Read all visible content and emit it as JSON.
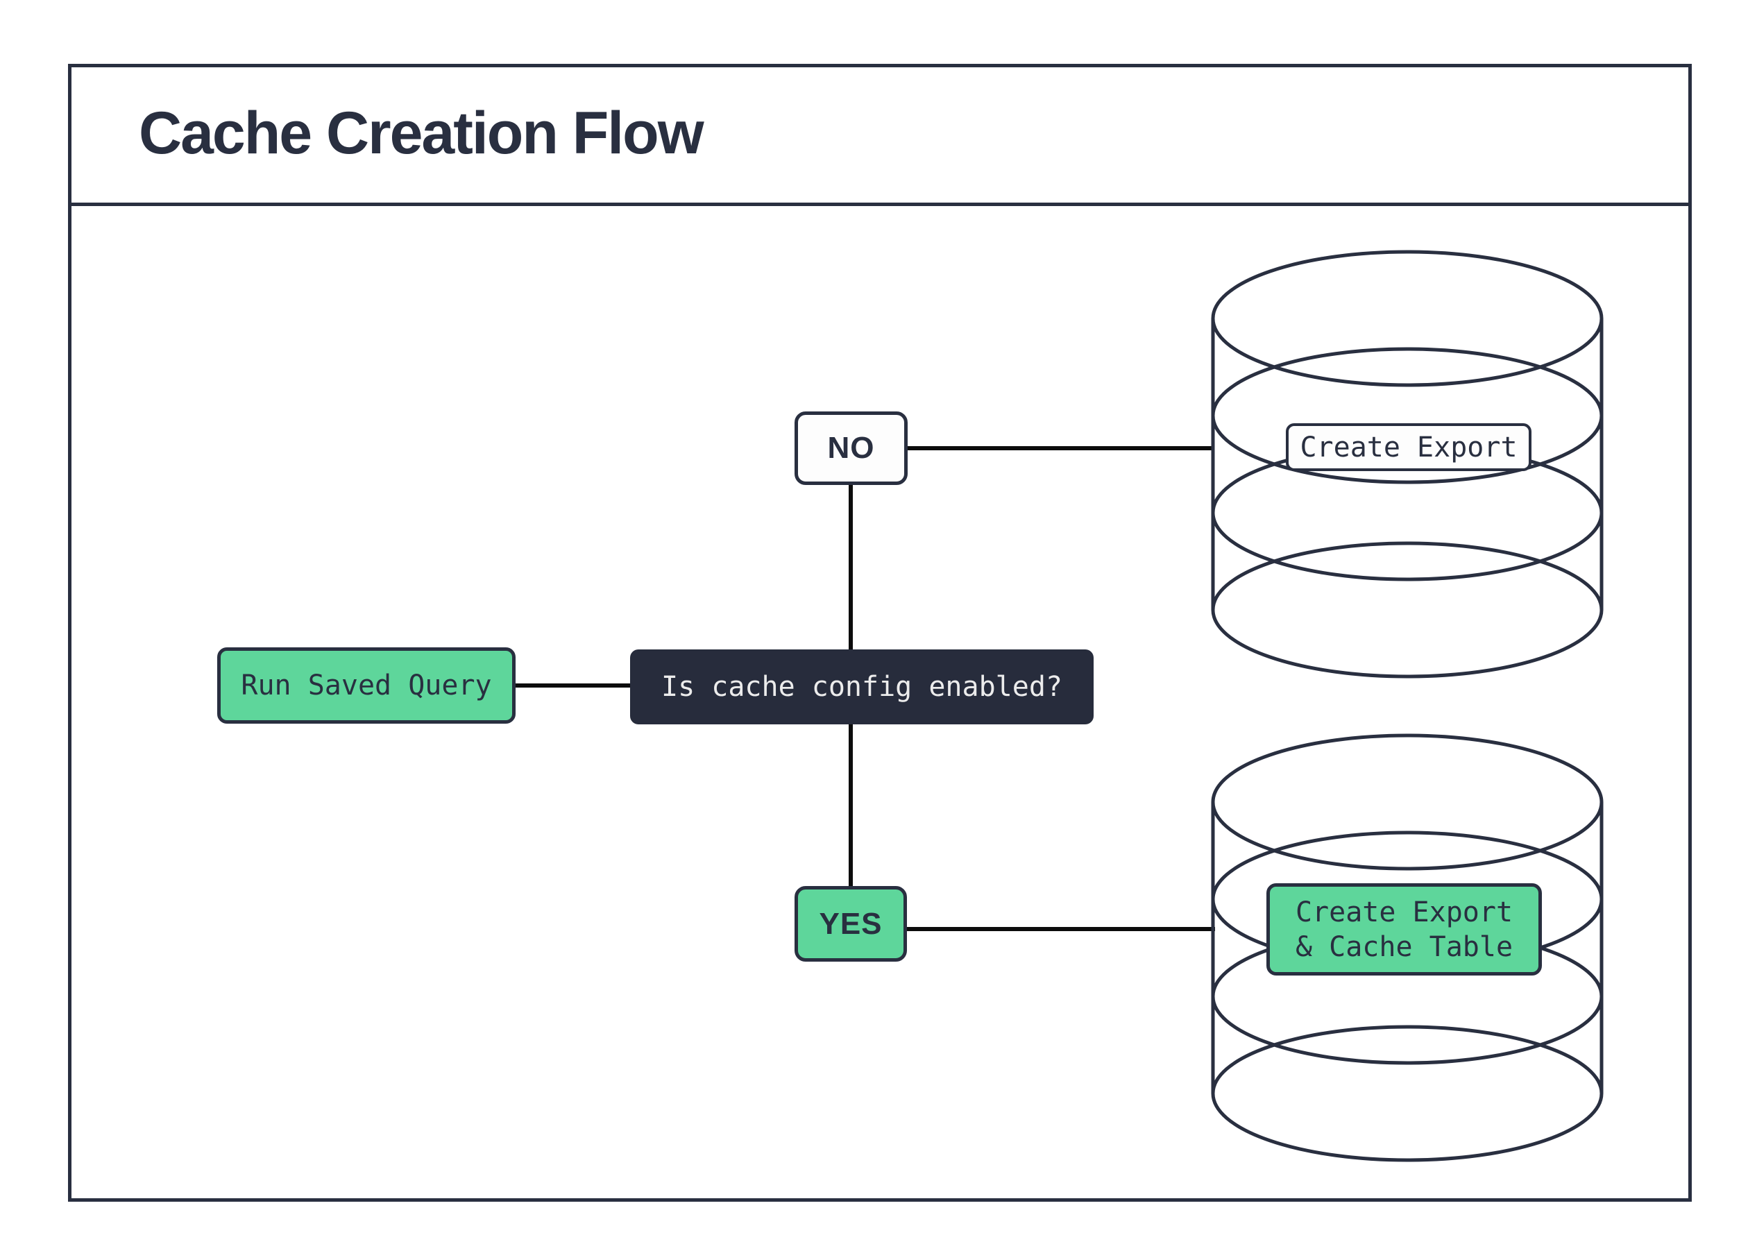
{
  "title": "Cache Creation Flow",
  "colors": {
    "navy": "#292F40",
    "dark_box": "#272C3C",
    "green": "#5ED69B",
    "line": "#0C0C0C",
    "box_white": "#FDFDFD",
    "page_bg": "#FFFFFF"
  },
  "nodes": {
    "start": {
      "label": "Run Saved Query"
    },
    "decision": {
      "label": "Is cache config enabled?"
    },
    "branch_no": {
      "label": "NO"
    },
    "branch_yes": {
      "label": "YES"
    },
    "db_no": {
      "label": "Create Export"
    },
    "db_yes": {
      "label_line1": "Create Export",
      "label_line2": "& Cache Table"
    }
  }
}
